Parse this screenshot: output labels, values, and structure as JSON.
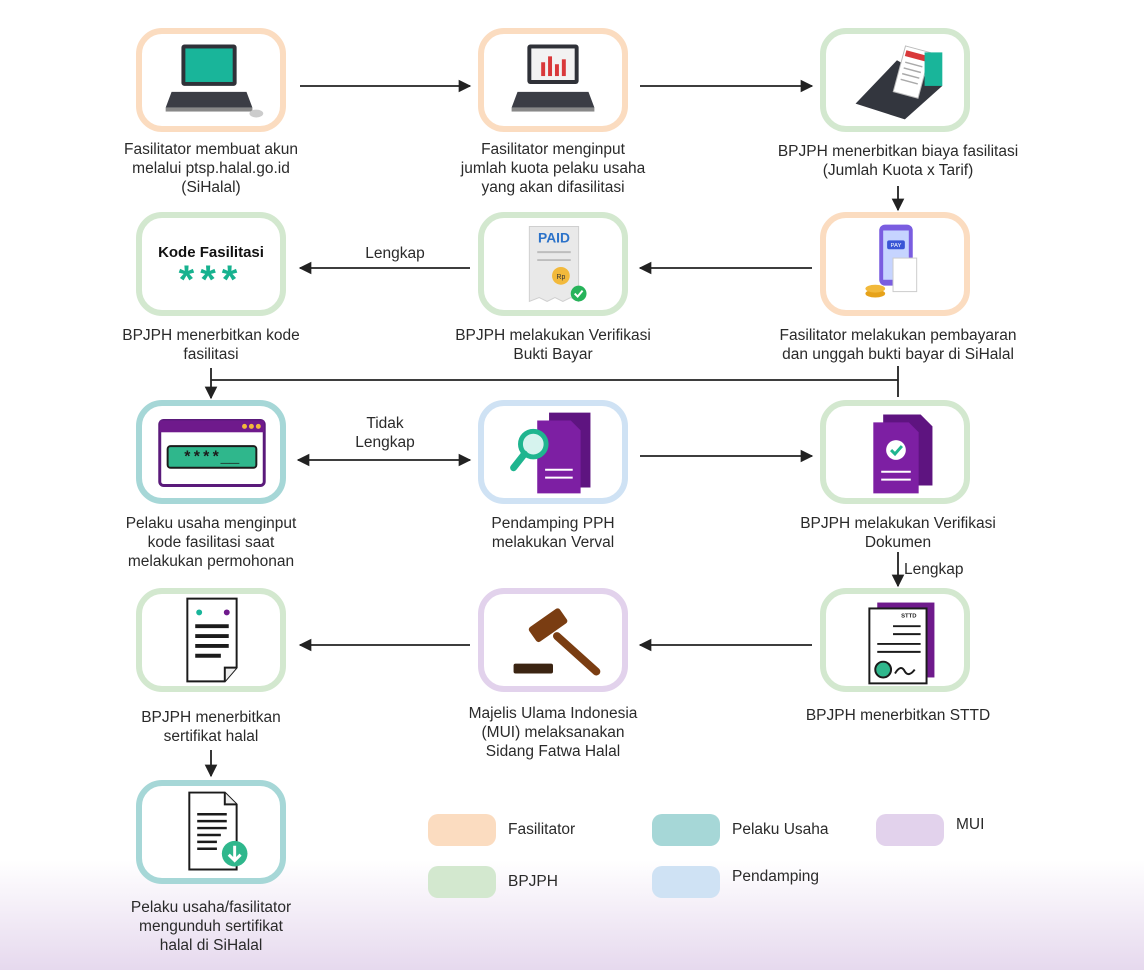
{
  "steps": [
    {
      "id": "s1",
      "text": "Fasilitator membuat akun\nmelalui ptsp.halal.go.id\n(SiHalal)",
      "icon": "laptop-icon"
    },
    {
      "id": "s2",
      "text": "Fasilitator menginput\njumlah kuota pelaku usaha\nyang akan difasilitasi",
      "icon": "desktop-chart-icon"
    },
    {
      "id": "s3",
      "text": "BPJPH menerbitkan biaya fasilitasi\n(Jumlah Kuota x Tarif)",
      "icon": "invoice-laptop-icon"
    },
    {
      "id": "s4",
      "text": "Fasilitator melakukan pembayaran\ndan unggah bukti bayar di SiHalal",
      "icon": "phone-payment-icon",
      "icon_text": "PAY"
    },
    {
      "id": "s5",
      "text": "BPJPH melakukan Verifikasi\nBukti Bayar",
      "icon": "paid-receipt-icon",
      "icon_text": "PAID",
      "icon_text2": "Rp"
    },
    {
      "id": "s6",
      "text": "BPJPH menerbitkan kode\nfasilitasi",
      "icon": "code-card-icon",
      "icon_title": "Kode Fasilitasi",
      "icon_stars": "***"
    },
    {
      "id": "s7",
      "text": "Pelaku usaha menginput\nkode fasilitasi saat\nmelakukan permohonan",
      "icon": "code-input-icon",
      "icon_text": "****__"
    },
    {
      "id": "s8",
      "text": "Pendamping PPH\nmelakukan Verval",
      "icon": "document-search-icon"
    },
    {
      "id": "s9",
      "text": "BPJPH melakukan Verifikasi\nDokumen",
      "icon": "document-check-icon"
    },
    {
      "id": "s10",
      "text": "BPJPH menerbitkan STTD",
      "icon": "certificate-stamp-icon",
      "icon_text": "STTD"
    },
    {
      "id": "s11",
      "text": "Majelis Ulama Indonesia\n(MUI) melaksanakan\nSidang Fatwa Halal",
      "icon": "gavel-icon"
    },
    {
      "id": "s12",
      "text": "BPJPH menerbitkan\nsertifikat halal",
      "icon": "certificate-document-icon"
    },
    {
      "id": "s13",
      "text": "Pelaku usaha/fasilitator\nmengunduh sertifikat\nhalal di SiHalal",
      "icon": "document-download-icon"
    }
  ],
  "edge_labels": {
    "lengkap_1": "Lengkap",
    "tidak_lengkap": "Tidak\nLengkap",
    "lengkap_2": "Lengkap"
  },
  "legend": [
    {
      "label": "Fasilitator",
      "color": "#fbdcc0"
    },
    {
      "label": "Pelaku Usaha",
      "color": "#a6d7d7"
    },
    {
      "label": "MUI",
      "color": "#e2d2ec"
    },
    {
      "label": "BPJPH",
      "color": "#d3e8cf"
    },
    {
      "label": "Pendamping",
      "color": "#cfe2f4"
    }
  ],
  "colors": {
    "fasilitator": "#fbdcc0",
    "bpjph": "#d3e8cf",
    "pelaku_usaha": "#a6d7d7",
    "pendamping": "#cfe2f4",
    "mui": "#e2d2ec",
    "accent_purple": "#6f1a8c",
    "accent_green": "#17b28f"
  }
}
